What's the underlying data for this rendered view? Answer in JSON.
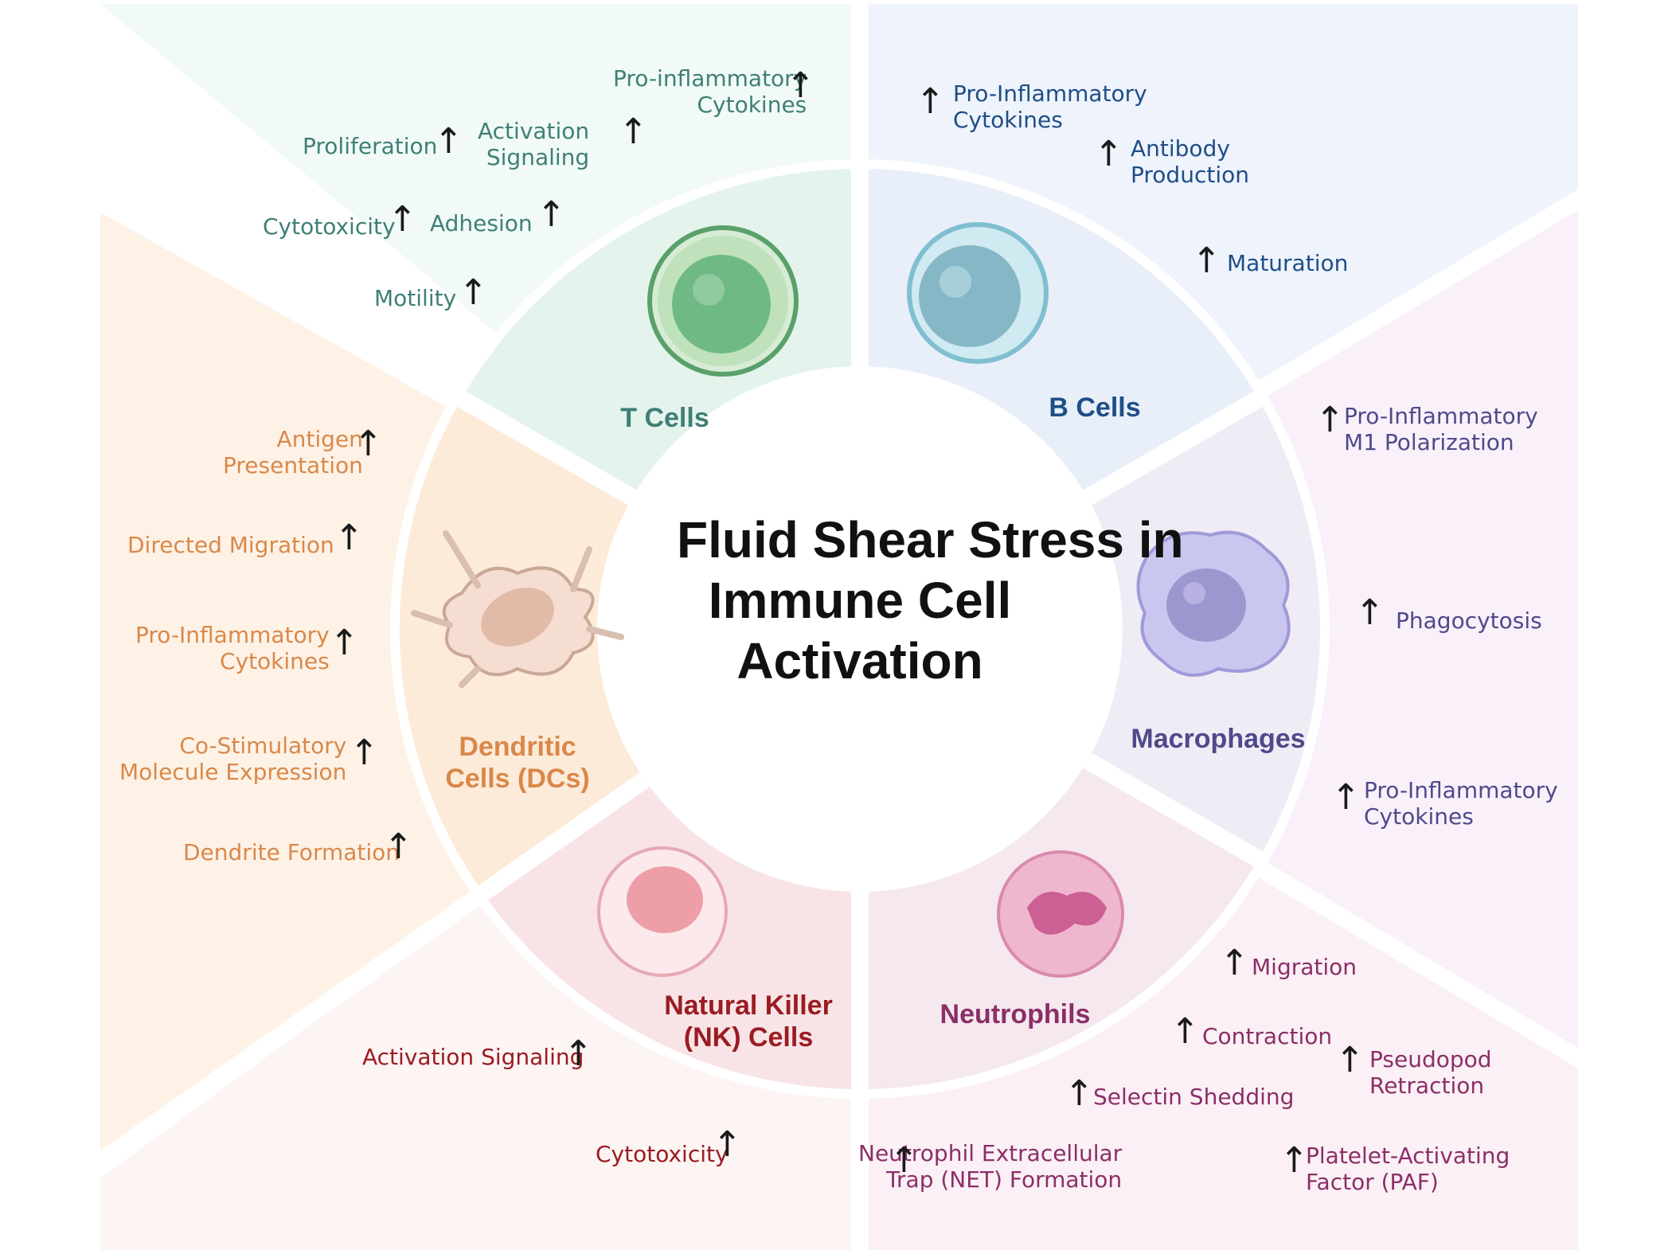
{
  "title": "Fluid Shear Stress in\nImmune Cell\nActivation",
  "arrow_symbol": "↑",
  "colors": {
    "t_cells": "#3f7f76",
    "b_cells": "#1f4e86",
    "macrophages": "#4e4a8a",
    "neutrophils": "#8a2f68",
    "nk_cells": "#9a1c22",
    "dendritic": "#d9884a"
  },
  "t_cells": {
    "name": "T Cells",
    "effects": [
      "Pro-inflammatory\nCytokines",
      "Proliferation",
      "Activation\nSignaling",
      "Cytotoxicity",
      "Adhesion",
      "Motility"
    ]
  },
  "b_cells": {
    "name": "B Cells",
    "effects": [
      "Pro-Inflammatory\nCytokines",
      "Antibody\nProduction",
      "Maturation"
    ]
  },
  "macrophages": {
    "name": "Macrophages",
    "effects": [
      "Pro-Inflammatory\nM1 Polarization",
      "Phagocytosis",
      "Pro-Inflammatory\nCytokines"
    ]
  },
  "neutrophils": {
    "name": "Neutrophils",
    "effects": [
      "Migration",
      "Contraction",
      "Pseudopod\nRetraction",
      "Selectin Shedding",
      "Neutrophil Extracellular\nTrap (NET) Formation",
      "Platelet-Activating\nFactor (PAF)"
    ]
  },
  "nk_cells": {
    "name": "Natural Killer\n(NK) Cells",
    "effects": [
      "Activation Signaling",
      "Cytotoxicity"
    ]
  },
  "dendritic": {
    "name": "Dendritic\nCells (DCs)",
    "effects": [
      "Antigen\nPresentation",
      "Directed Migration",
      "Pro-Inflammatory\nCytokines",
      "Co-Stimulatory\nMolecule Expression",
      "Dendrite Formation"
    ]
  }
}
